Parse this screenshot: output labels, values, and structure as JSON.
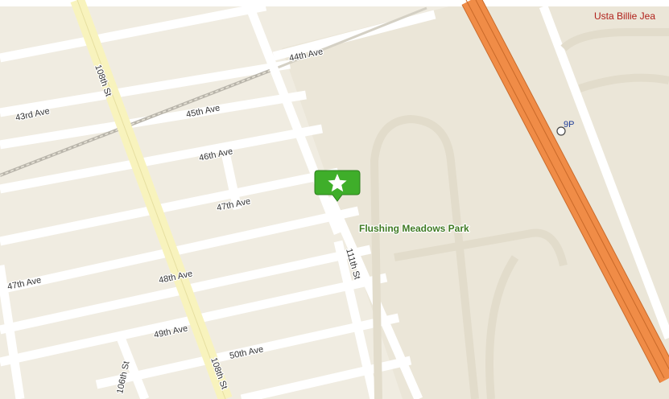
{
  "map": {
    "streets": {
      "ave_43rd": "43rd Ave",
      "ave_44th": "44th Ave",
      "ave_45th": "45th Ave",
      "ave_46th": "46th Ave",
      "ave_47th_left": "47th Ave",
      "ave_47th_mid": "47th Ave",
      "ave_48th": "48th Ave",
      "ave_49th": "49th Ave",
      "ave_50th": "50th Ave",
      "st_108th_top": "108th St",
      "st_108th_bottom": "108th St",
      "st_106th": "106th St",
      "st_111th": "111th St"
    },
    "park_label": "Flushing Meadows Park",
    "poi_label": "Usta Billie Jea",
    "exit_label": "9P",
    "marker": {
      "icon": "star-icon",
      "color": "#3fae2a"
    },
    "colors": {
      "land": "#f0ece1",
      "park": "#ebe6d8",
      "road": "#ffffff",
      "major_road": "#f8f3bd",
      "highway": "#f08c47"
    }
  }
}
